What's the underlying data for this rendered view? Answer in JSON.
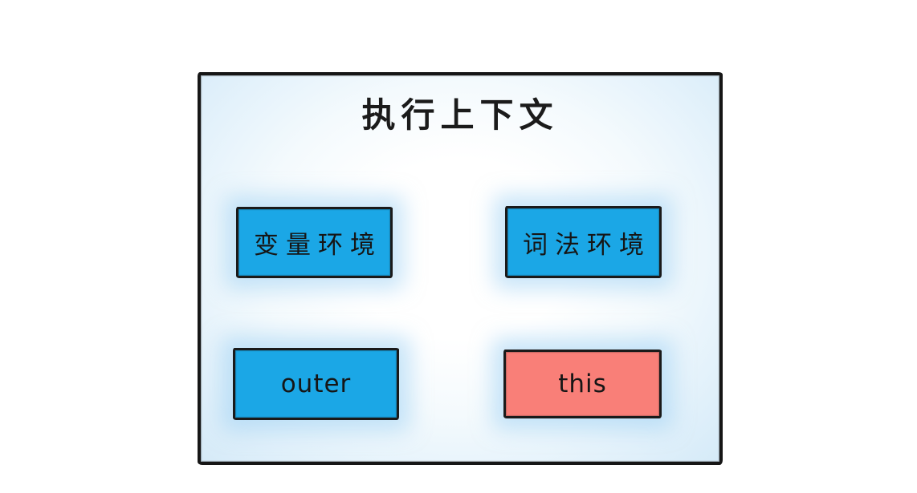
{
  "diagram": {
    "title": "执行上下文",
    "boxes": [
      {
        "id": "variable-environment",
        "label": "变量环境",
        "fill": "#1ba7e6"
      },
      {
        "id": "lexical-environment",
        "label": "词法环境",
        "fill": "#1ba7e6"
      },
      {
        "id": "outer",
        "label": "outer",
        "fill": "#1ba7e6"
      },
      {
        "id": "this",
        "label": "this",
        "fill": "#f97f78"
      }
    ],
    "colors": {
      "blue_box": "#1ba7e6",
      "red_box": "#f97f78",
      "stroke": "#161616",
      "inner_glow": "#d5eaf8",
      "page_background": "#ffffff"
    }
  }
}
